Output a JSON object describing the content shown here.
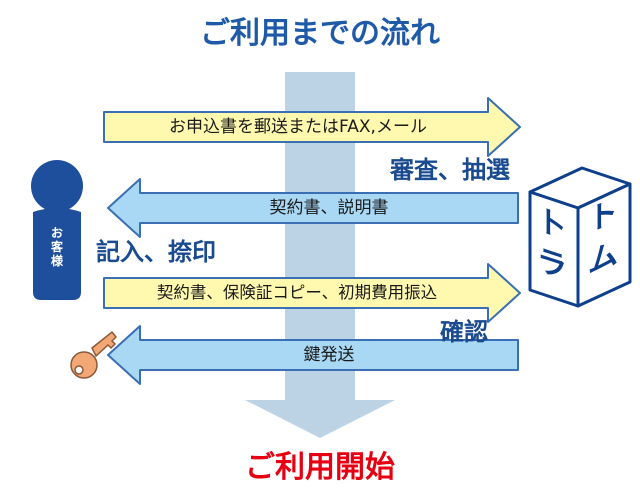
{
  "title_top": "ご利用までの流れ",
  "title_bottom": "ご利用開始",
  "steps": [
    {
      "text": "お申込書を郵送またはFAX,メール",
      "direction": "right",
      "fill": "#fff9b0"
    },
    {
      "text": "契約書、説明書",
      "direction": "left",
      "fill": "#a9d8f5"
    },
    {
      "text": "契約書、保険証コピー、初期費用振込",
      "direction": "right",
      "fill": "#fff9b0"
    },
    {
      "text": "鍵発送",
      "direction": "left",
      "fill": "#a9d8f5"
    }
  ],
  "labels": {
    "review": "審査、抽選",
    "fill_in": "記入、捺印",
    "confirm": "確認"
  },
  "customer": {
    "line1": "お",
    "line2": "客",
    "line3": "様"
  },
  "company_sign": {
    "col1_top": "ト",
    "col1_bottom": "ラ",
    "col2_top": "ト",
    "col2_bottom": "ム"
  },
  "colors": {
    "title_blue": "#1f5aa8",
    "title_red": "#e60012",
    "label_blue": "#1a4a8f",
    "person_blue": "#1e4f9c",
    "flow_arrow": "#bcd3e6",
    "arrow_stroke": "#3a6fb4",
    "key_orange": "#f2a774"
  },
  "icons": [
    "person-icon",
    "key-icon",
    "building-icon"
  ]
}
